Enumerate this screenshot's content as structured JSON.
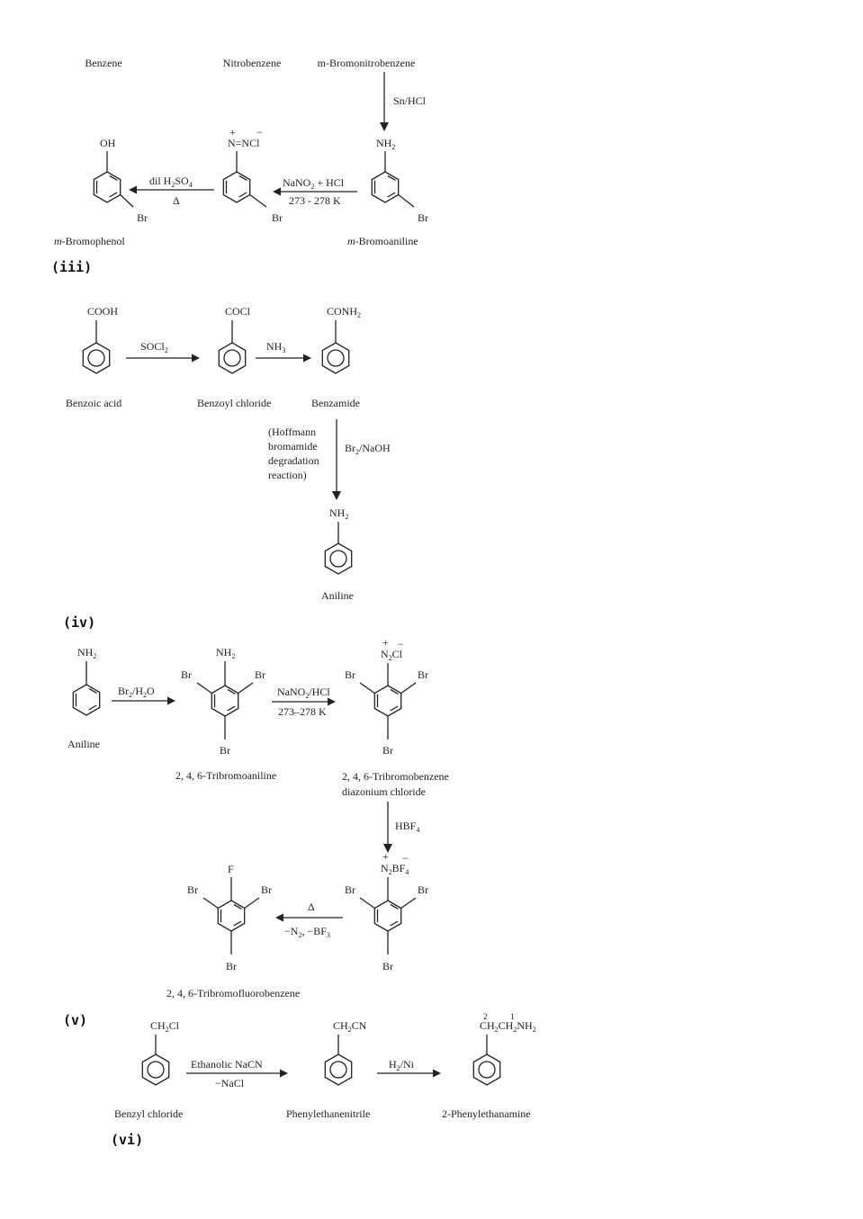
{
  "sections": {
    "iii": "(iii)",
    "iv": "(iv)",
    "v": "(v)",
    "vi": "(vi)"
  },
  "scheme_iii": {
    "cut_labels": [
      "Benzene",
      "Nitrobenzene",
      "m-Bromonitrobenzene"
    ],
    "reagent_sn": "Sn/HCl",
    "nh2": "NH",
    "nh2_sub": "2",
    "oh": "OH",
    "diazo": "N=NCl",
    "diazo_plus": "+",
    "diazo_minus": "−",
    "reagent_nano2_a": "NaNO",
    "reagent_nano2_sub": "2",
    "reagent_nano2_b": " + HCl",
    "reagent_temp": "273 - 278 K",
    "reagent_dil_a": "dil H",
    "reagent_dil_sub1": "2",
    "reagent_dil_b": "SO",
    "reagent_dil_sub2": "4",
    "reagent_delta": "Δ",
    "br": "Br",
    "name_bromophenol_prefix": "m",
    "name_bromophenol": "-Bromophenol",
    "name_bromoaniline_prefix": "m",
    "name_bromoaniline": "-Bromoaniline"
  },
  "scheme_iv": {
    "cooh": "COOH",
    "cocl": "COCl",
    "conh2": "CONH",
    "conh2_sub": "2",
    "reagent_socl2": "SOCl",
    "reagent_socl2_sub": "2",
    "reagent_nh3": "NH",
    "reagent_nh3_sub": "3",
    "name_benzoic": "Benzoic acid",
    "name_benzoyl": "Benzoyl chloride",
    "name_benzamide": "Benzamide",
    "hoffmann": [
      "(Hoffmann",
      "bromamide",
      "degradation",
      "reaction)"
    ],
    "reagent_br2": "Br",
    "reagent_br2_sub": "2",
    "reagent_br2_b": "/NaOH",
    "nh2": "NH",
    "nh2_sub": "2",
    "name_aniline": "Aniline"
  },
  "scheme_v": {
    "nh2": "NH",
    "nh2_sub": "2",
    "name_aniline": "Aniline",
    "reagent_brw_a": "Br",
    "reagent_brw_sub1": "2",
    "reagent_brw_b": "/H",
    "reagent_brw_sub2": "2",
    "reagent_brw_c": "O",
    "br": "Br",
    "name_tribromoaniline": "2, 4, 6-Tribromoaniline",
    "reagent_nano2_a": "NaNO",
    "reagent_nano2_sub": "2",
    "reagent_nano2_b": "/HCl",
    "reagent_temp": "273–278 K",
    "diazo_cl_a": "N",
    "diazo_cl_sub": "2",
    "diazo_cl_b": "Cl",
    "plus": "+",
    "minus": "−",
    "name_diazonium_1": "2, 4, 6-Tribromobenzene",
    "name_diazonium_2": "diazonium chloride",
    "reagent_hbf4_a": "HBF",
    "reagent_hbf4_sub": "4",
    "diazo_bf4_a": "N",
    "diazo_bf4_sub": "2",
    "diazo_bf4_b": "BF",
    "diazo_bf4_sub2": "4",
    "f": "F",
    "reagent_delta": "Δ",
    "reagent_loss_a": "−N",
    "reagent_loss_sub1": "2",
    "reagent_loss_b": ", −BF",
    "reagent_loss_sub2": "3",
    "name_tribromofluoro": "2, 4, 6-Tribromofluorobenzene"
  },
  "scheme_vi": {
    "ch2cl_a": "CH",
    "ch2cl_sub": "2",
    "ch2cl_b": "Cl",
    "reagent_nacn": "Ethanolic NaCN",
    "reagent_nacl": "−NaCl",
    "ch2cn_a": "CH",
    "ch2cn_sub": "2",
    "ch2cn_b": "CN",
    "reagent_h2_a": "H",
    "reagent_h2_sub": "2",
    "reagent_h2_b": "/Ni",
    "amine_a": "CH",
    "amine_sub1": "2",
    "amine_b": "CH",
    "amine_sub2": "2",
    "amine_c": "NH",
    "amine_sub3": "2",
    "num_2": "2",
    "num_1": "1",
    "name_benzyl": "Benzyl chloride",
    "name_nitrile": "Phenylethanenitrile",
    "name_amine": "2-Phenylethanamine"
  }
}
